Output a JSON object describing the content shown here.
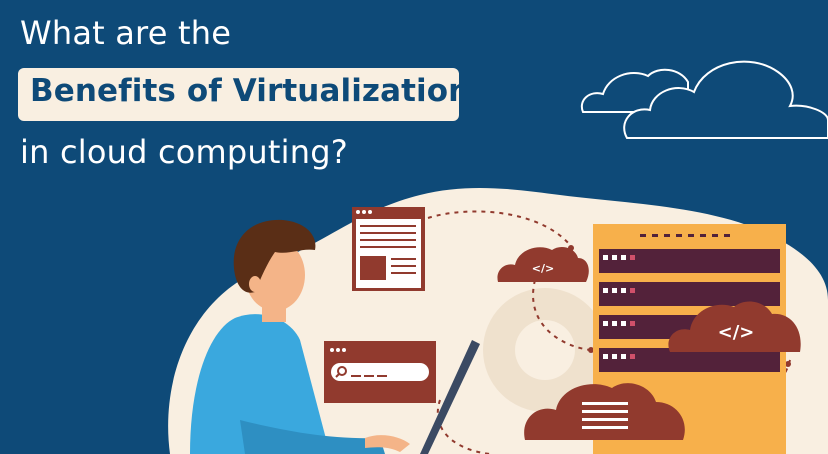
{
  "heading": {
    "line1": "What are the",
    "line2": "Benefits of Virtualization",
    "line3": "in cloud computing?"
  },
  "illustration": {
    "code_cloud_small": "</>",
    "code_cloud_large": "</>"
  },
  "colors": {
    "background": "#0e4a78",
    "cream": "#f9efe1",
    "rust": "#913a2e",
    "server_orange": "#f7b04b",
    "server_slot": "#53223a",
    "shirt": "#3aa8de"
  }
}
